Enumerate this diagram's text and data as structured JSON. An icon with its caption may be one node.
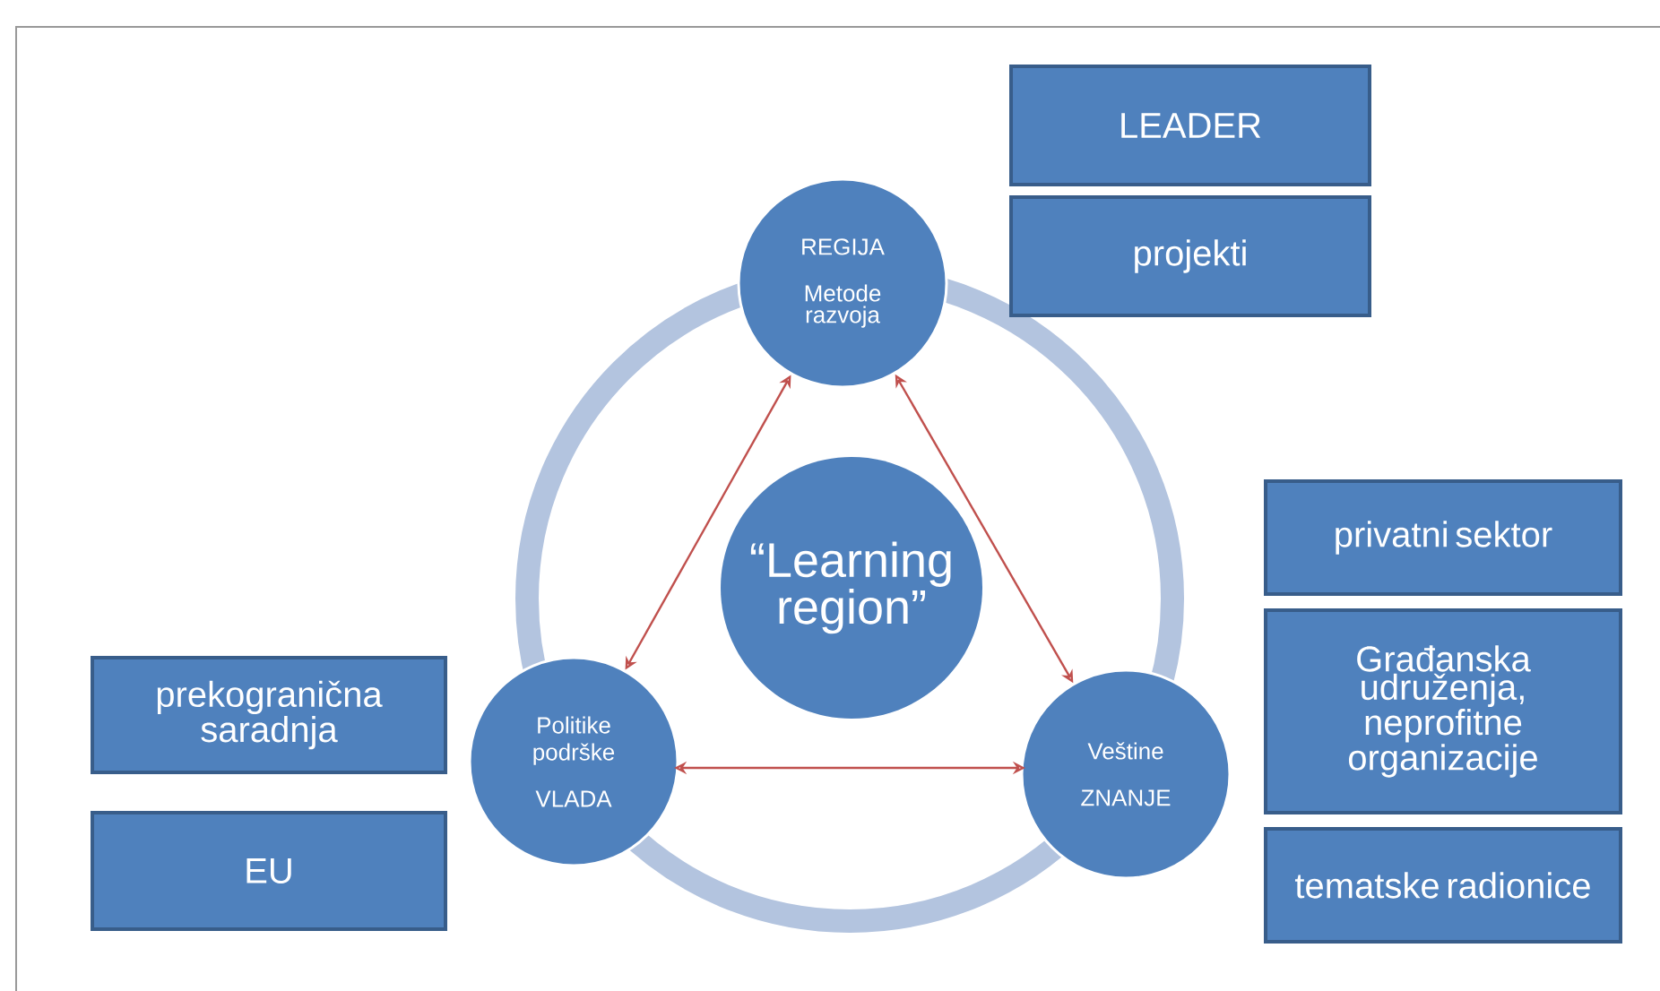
{
  "diagram": {
    "nodes": [
      {
        "text": [
          "LEADER"
        ]
      },
      {
        "text": [
          "projekti"
        ]
      },
      {
        "text": [
          "REGIJA",
          "Metode razvoja"
        ]
      },
      {
        "text": [
          "“Learning region”"
        ]
      },
      {
        "text": [
          "privatni sektor"
        ]
      },
      {
        "text": [
          "Građanska udruženja, neprofitne organizacije"
        ]
      },
      {
        "text": [
          "prekogranična saradnja"
        ]
      },
      {
        "text": [
          "Politike podrške",
          "VLADA"
        ]
      },
      {
        "text": [
          "Veštine",
          "ZNANJE"
        ]
      },
      {
        "text": [
          "tematske radionice"
        ]
      },
      {
        "text": [
          "EU"
        ]
      }
    ],
    "edges": [
      {
        "from": 2,
        "to": 7,
        "arrow": "both"
      },
      {
        "from": 2,
        "to": 8,
        "arrow": "both"
      },
      {
        "from": 7,
        "to": 8,
        "arrow": "both"
      }
    ]
  }
}
